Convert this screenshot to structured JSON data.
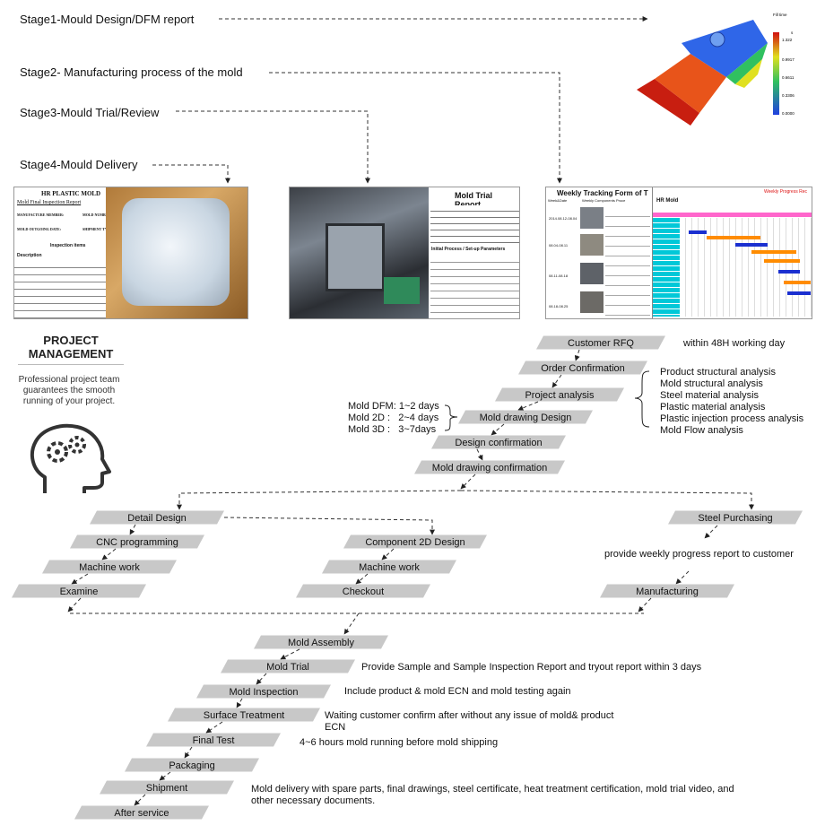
{
  "stages": [
    {
      "label": "Stage1-Mould Design/DFM report"
    },
    {
      "label": "Stage2- Manufacturing process of the mold"
    },
    {
      "label": "Stage3-Mould Trial/Review"
    },
    {
      "label": "Stage4-Mould Delivery"
    }
  ],
  "project_management": {
    "title_line1": "PROJECT",
    "title_line2": "MANAGEMENT",
    "subtitle": "Professional project team guarantees the smooth running of your project."
  },
  "thumbnails": {
    "inspection_report": {
      "company": "HR PLASTIC MOLD",
      "title": "Mold Final Inspection Report",
      "field1": "MANUFACTURE MEMBER:",
      "field2": "MOLD NUMBER",
      "field3": "MOLD OUTGOING DATE:",
      "field4": "SHIPMENT TYP",
      "section": "Inspection items",
      "col": "Description"
    },
    "trial_report": {
      "title": "Mold Trial Report",
      "section": "Initial Process / Set-up Parameters"
    },
    "weekly_tracking": {
      "title": "Weekly Tracking Form of T",
      "col1": "Week&Date",
      "col2": "Weekly Components Proce",
      "dates": [
        "2014.08.12-08.04",
        "08.04-08.11",
        "08.11-08.18",
        "08.18-08.25"
      ]
    },
    "progress": {
      "brand": "HR Mold",
      "title": "Weekly Progress Rec"
    },
    "flow_legend": {
      "title": "Fill time",
      "unit": "s",
      "values": [
        "1.322",
        "0.9917",
        "0.6611",
        "0.3306",
        "0.0000"
      ]
    }
  },
  "flow": {
    "main": [
      "Customer RFQ",
      "Order Confirmation",
      "Project analysis",
      "Mold drawing Design",
      "Design confirmation",
      "Mold drawing confirmation"
    ],
    "branch_left": [
      "Detail Design",
      "CNC programming",
      "Machine work",
      "Examine"
    ],
    "branch_mid": [
      "Component 2D Design",
      "Machine work",
      "Checkout"
    ],
    "branch_right": [
      "Steel Purchasing",
      "Manufacturing"
    ],
    "final": [
      "Mold Assembly",
      "Mold Trial",
      "Mold Inspection",
      "Surface Treatment",
      "Final Test",
      "Packaging",
      "Shipment",
      "After service"
    ]
  },
  "annotations": {
    "rfq": "within 48H working day",
    "analysis": [
      "Product structural analysis",
      "Mold structural analysis",
      "Steel material analysis",
      "Plastic material analysis",
      "Plastic injection process analysis",
      "Mold Flow analysis"
    ],
    "design_time": [
      "Mold DFM: 1~2 days",
      "Mold 2D :   2~4 days",
      "Mold 3D :   3~7days"
    ],
    "weekly": "provide weekly progress report to customer",
    "trial": "Provide Sample and Sample Inspection Report and tryout report within 3 days",
    "inspection": "Include product & mold ECN and mold testing again",
    "surface": [
      "Waiting customer confirm after without any issue of mold& product",
      "ECN"
    ],
    "final_test": "4~6 hours mold running before mold shipping",
    "shipment": [
      "Mold delivery with spare parts, final drawings, steel certificate, heat treatment certification, mold trial video, and",
      "other necessary documents."
    ]
  },
  "colors": {
    "step_fill": "#c8c8c8",
    "dash_line": "#333333",
    "accent_cyan": "#00c8d8",
    "accent_pink": "#ff66cc",
    "bar_orange": "#ff8c00",
    "bar_blue": "#1a2fd0"
  }
}
